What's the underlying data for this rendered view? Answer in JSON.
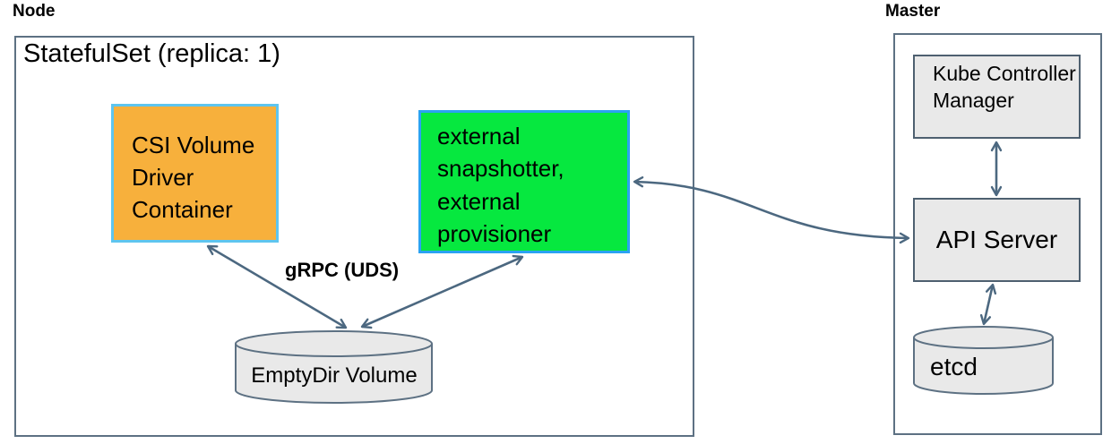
{
  "node": {
    "label": "Node",
    "statefulset": "StatefulSet (replica: 1)",
    "csi_driver": "CSI Volume Driver Container",
    "sidecars": "external snapshotter, external provisioner",
    "grpc": "gRPC (UDS)",
    "emptydir": "EmptyDir Volume"
  },
  "master": {
    "label": "Master",
    "kcm": "Kube Controller Manager",
    "api_server": "API Server",
    "etcd": "etcd"
  },
  "colors": {
    "csi_fill": "#f7b03c",
    "csi_border": "#5ec5ef",
    "sidecar_fill": "#06e83f",
    "sidecar_border": "#2ba2f2",
    "box_fill": "#e9e9e9",
    "box_border": "#4e6070",
    "container_border": "#5d7183",
    "arrow": "#4c6880"
  }
}
